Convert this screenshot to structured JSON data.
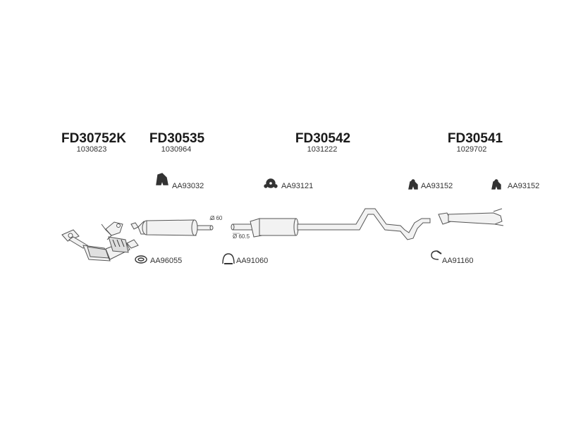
{
  "parts": [
    {
      "code": "FD30752K",
      "ref": "1030823"
    },
    {
      "code": "FD30535",
      "ref": "1030964"
    },
    {
      "code": "FD30542",
      "ref": "1031222"
    },
    {
      "code": "FD30541",
      "ref": "1029702"
    }
  ],
  "accessories": [
    {
      "code": "AA93032",
      "icon": "rubber-hanger-icon"
    },
    {
      "code": "AA93121",
      "icon": "rubber-ring-icon"
    },
    {
      "code": "AA93152",
      "icon": "rubber-hanger-icon"
    },
    {
      "code": "AA93152",
      "icon": "rubber-hanger-icon"
    },
    {
      "code": "AA96055",
      "icon": "gasket-icon"
    },
    {
      "code": "AA91060",
      "icon": "clamp-icon"
    },
    {
      "code": "AA91160",
      "icon": "clamp-icon"
    }
  ],
  "dimensions": {
    "pipe_a": "Ø 60",
    "pipe_b": "Ø 60.5"
  },
  "colors": {
    "line": "#555555",
    "fill": "#f2f2f2",
    "text": "#1a1a1a"
  }
}
